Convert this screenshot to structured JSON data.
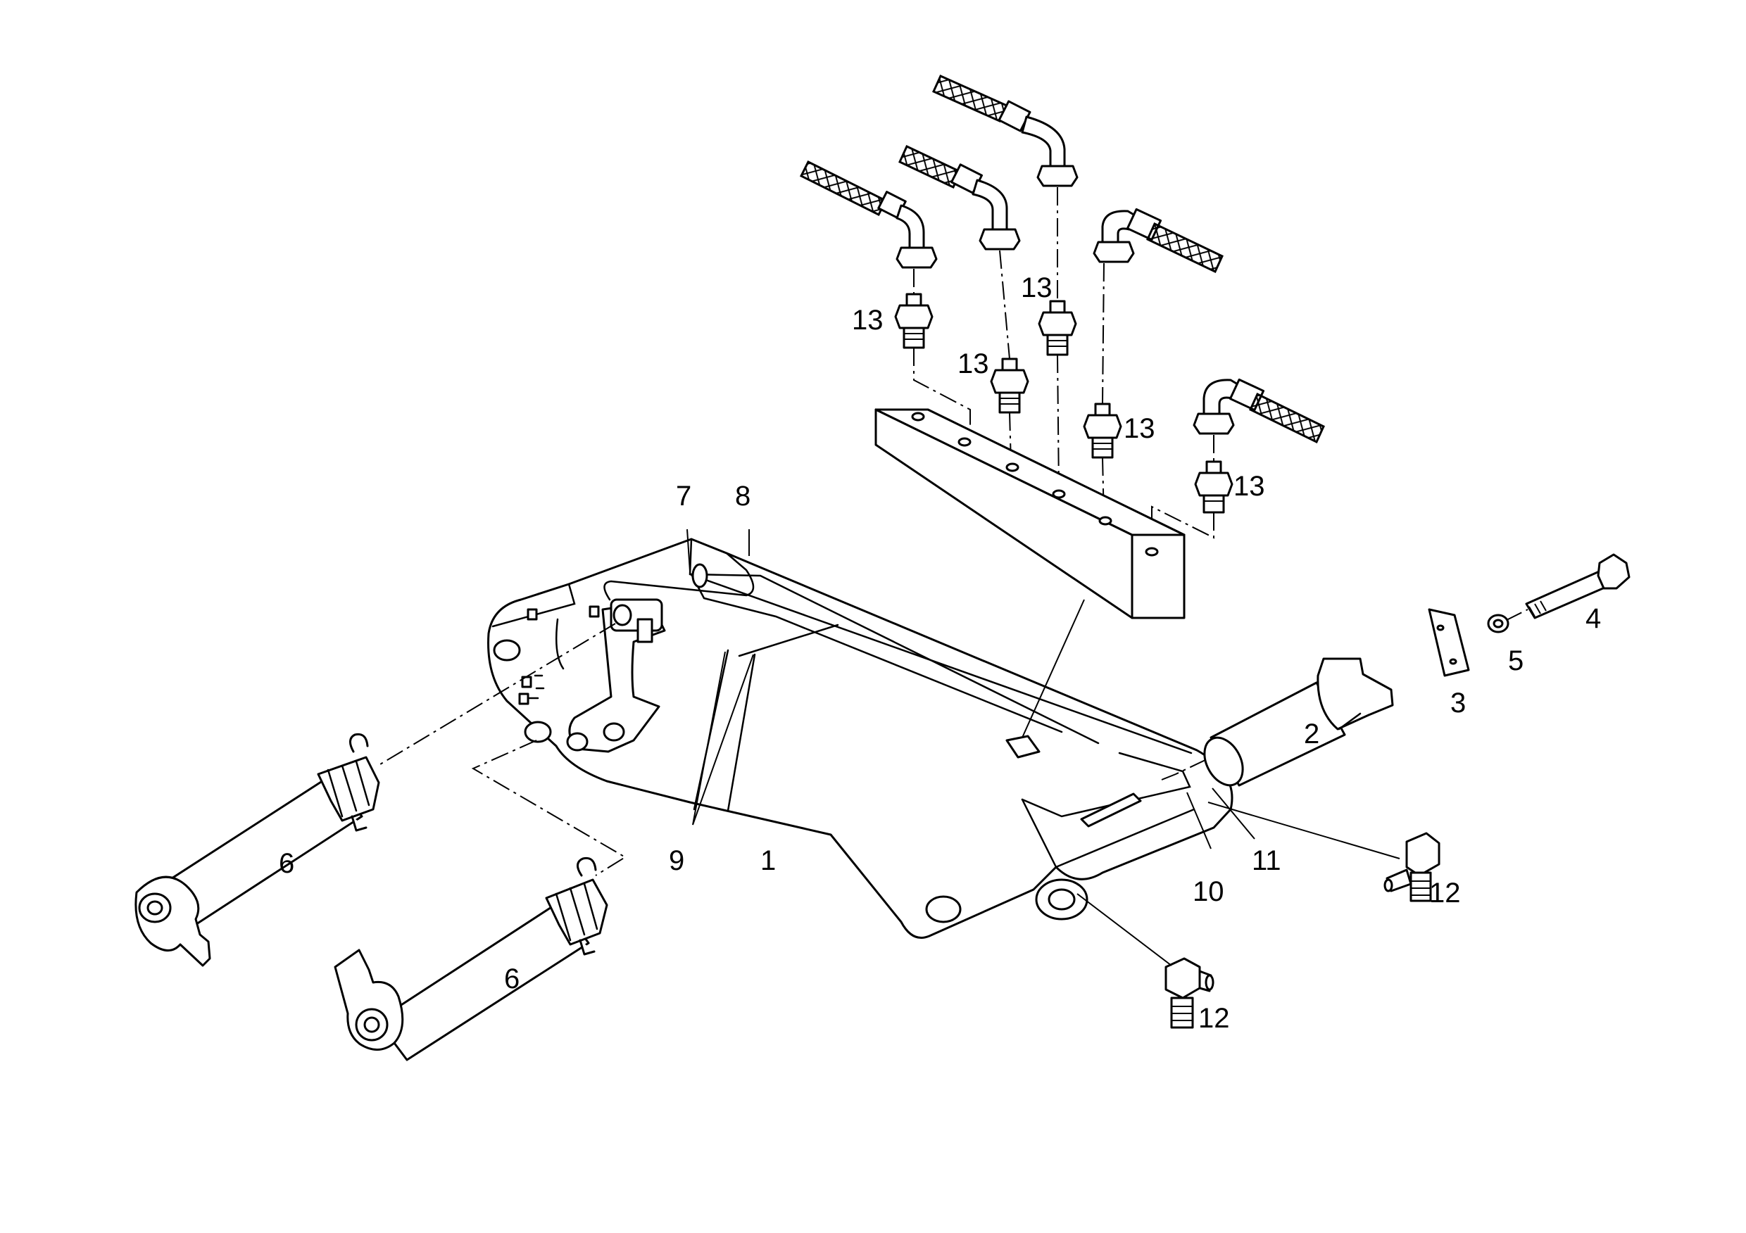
{
  "callouts": {
    "c1": "1",
    "c2": "2",
    "c3": "3",
    "c4": "4",
    "c5": "5",
    "c6a": "6",
    "c6b": "6",
    "c7": "7",
    "c8": "8",
    "c9": "9",
    "c10": "10",
    "c11": "11",
    "c12a": "12",
    "c12b": "12",
    "c13a": "13",
    "c13b": "13",
    "c13c": "13",
    "c13d": "13",
    "c13e": "13"
  }
}
